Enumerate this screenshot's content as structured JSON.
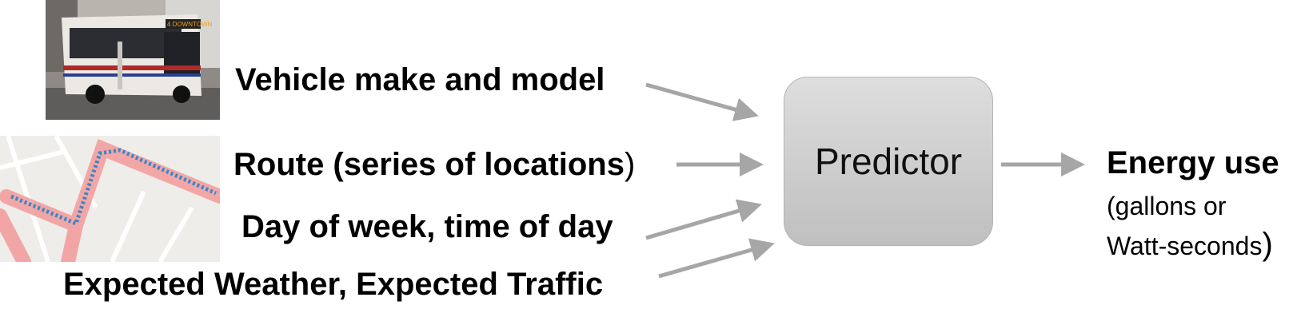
{
  "inputs": [
    {
      "label": "Vehicle make and model",
      "suffix": ""
    },
    {
      "label": "Route (series of locations",
      "suffix": ")"
    },
    {
      "label": "Day of week, time of day",
      "suffix": ""
    },
    {
      "label": "Expected Weather, Expected Traffic",
      "suffix": ""
    }
  ],
  "predictor": {
    "label": "Predictor"
  },
  "output": {
    "title": "Energy use",
    "line1": "(gallons or",
    "line2": "Watt-seconds",
    "line2_suffix": ")"
  },
  "bus": {
    "sign": "4 DOWNTOWN"
  },
  "colors": {
    "arrow": "#a6a6a6",
    "predictor_fill": "#cfcfcf",
    "route_band": "#f08080",
    "route_points": "#3b86c8"
  }
}
